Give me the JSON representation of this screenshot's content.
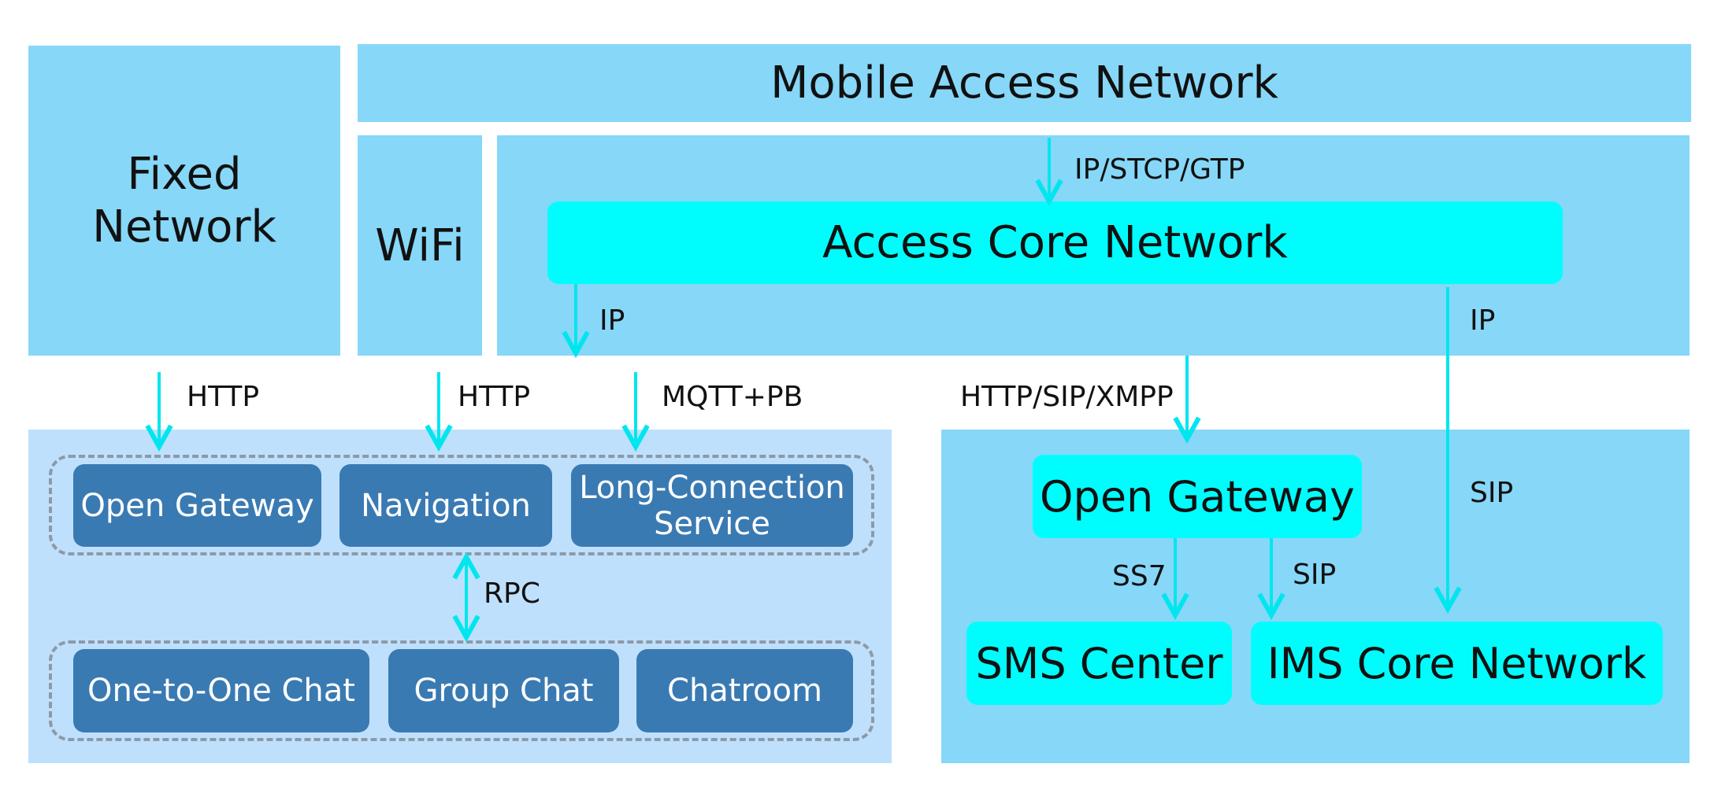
{
  "blocks": {
    "mobile_access_network": "Mobile Access Network",
    "fixed_network": "Fixed\nNetwork",
    "wifi": "WiFi",
    "access_core_network": "Access Core Network"
  },
  "left_group": {
    "top_row": [
      "Open Gateway",
      "Navigation",
      "Long-Connection\nService"
    ],
    "bottom_row": [
      "One-to-One Chat",
      "Group Chat",
      "Chatroom"
    ]
  },
  "right_group": {
    "open_gateway": "Open Gateway",
    "sms_center": "SMS Center",
    "ims_core_network": "IMS Core Network"
  },
  "edge_labels": {
    "ip_stcp_gtp": "IP/STCP/GTP",
    "ip_left": "IP",
    "ip_right": "IP",
    "http_fixed": "HTTP",
    "http_wifi": "HTTP",
    "mqtt_pb": "MQTT+PB",
    "http_sip_xmpp": "HTTP/SIP/XMPP",
    "rpc": "RPC",
    "ss7": "SS7",
    "sip_gateway": "SIP",
    "sip_ims": "SIP"
  },
  "colors": {
    "light_blue": "#87d7f8",
    "pale_blue": "#bfe0fc",
    "cyan": "#00fdfd",
    "steel_blue": "#3a7ab3",
    "dash_gray": "#8c9aa8"
  }
}
